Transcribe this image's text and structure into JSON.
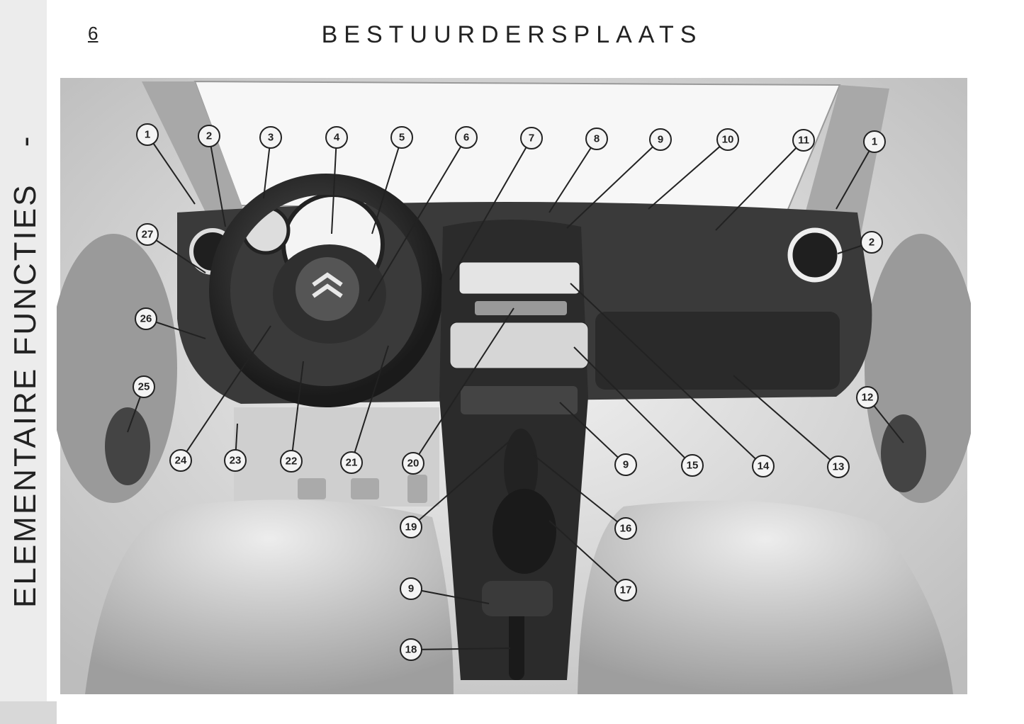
{
  "page": {
    "number": "6",
    "title": "BESTUURDERSPLAATS",
    "chapter": "ELEMENTAIRE FUNCTIES",
    "chapter_marker": "-"
  },
  "illustration": {
    "callout_labels": [
      "1",
      "2",
      "3",
      "4",
      "5",
      "6",
      "7",
      "8",
      "9",
      "10",
      "11",
      "1",
      "2",
      "27",
      "26",
      "25",
      "12",
      "24",
      "23",
      "22",
      "21",
      "20",
      "9",
      "15",
      "14",
      "13",
      "19",
      "16",
      "17",
      "9",
      "18"
    ]
  }
}
